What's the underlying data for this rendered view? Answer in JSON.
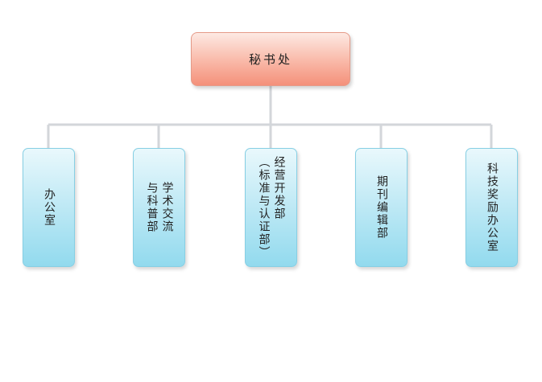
{
  "top": {
    "label": "秘书处"
  },
  "children": [
    {
      "label": "办公室"
    },
    {
      "label": "学术交流\n与科普部"
    },
    {
      "label": "经营开发部\n（标准与认证部）"
    },
    {
      "label": "期刊编辑部"
    },
    {
      "label": "科技奖励办公室"
    }
  ],
  "colors": {
    "top_box": "#f9b8a7",
    "child_box": "#b9e7f4",
    "connector": "#d3d6da"
  }
}
